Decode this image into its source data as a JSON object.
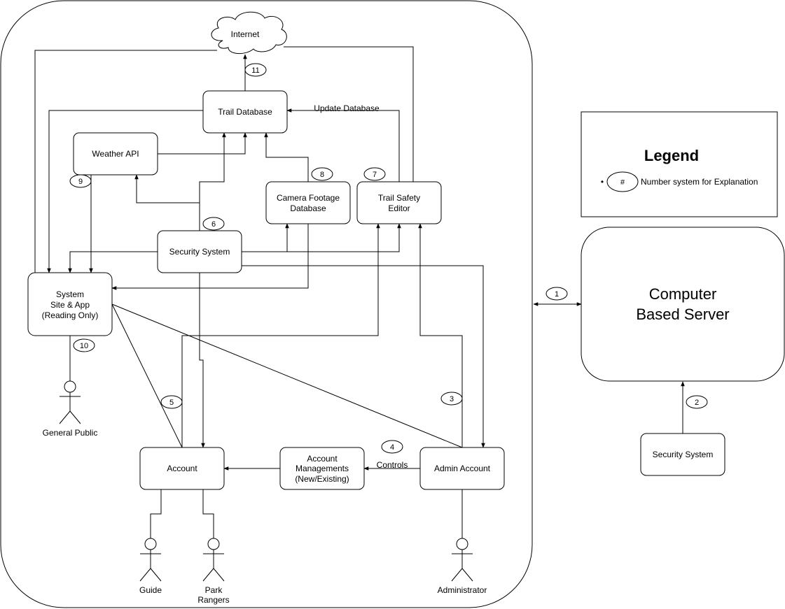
{
  "nodes": {
    "internet": "Internet",
    "trail_db": "Trail Database",
    "weather_api": "Weather API",
    "camera_db": [
      "Camera Footage",
      "Database"
    ],
    "trail_safety": [
      "Trail Safety",
      "Editor"
    ],
    "security_system": "Security System",
    "system_site": [
      "System",
      "Site & App",
      "(Reading Only)"
    ],
    "account": "Account",
    "account_mgmt": [
      "Account",
      "Managements",
      "(New/Existing)"
    ],
    "admin_account": "Admin Account",
    "server": [
      "Computer",
      "Based Server"
    ],
    "server_security": "Security System"
  },
  "actors": {
    "general_public": [
      "General Public"
    ],
    "guide": [
      "Guide"
    ],
    "park_rangers": [
      "Park",
      "Rangers"
    ],
    "administrator": [
      "Administrator"
    ]
  },
  "edge_labels": {
    "update_db": "Update Database",
    "controls": "Controls"
  },
  "numbers": {
    "n1": "1",
    "n2": "2",
    "n3": "3",
    "n4": "4",
    "n5": "5",
    "n6": "6",
    "n7": "7",
    "n8": "8",
    "n9": "9",
    "n10": "10",
    "n11": "11"
  },
  "legend": {
    "title": "Legend",
    "bullet": "•",
    "symbol": "#",
    "description": "Number system for Explanation"
  }
}
